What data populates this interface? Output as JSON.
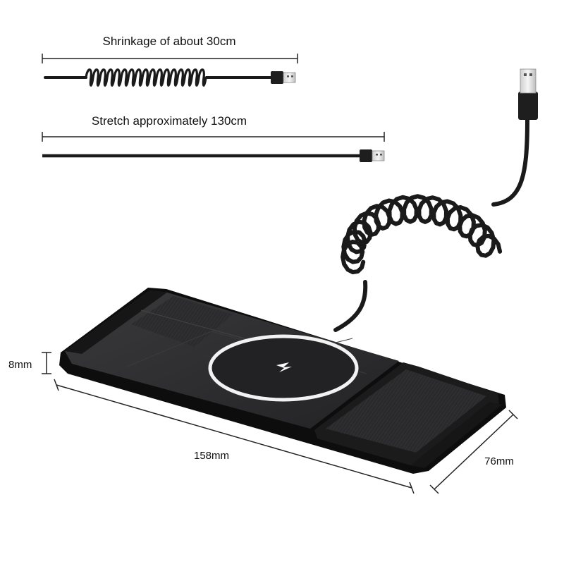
{
  "labels": {
    "shrink": "Shrinkage of about 30cm",
    "stretch": "Stretch approximately 130cm",
    "height": "8mm",
    "length": "158mm",
    "width": "76mm"
  },
  "colors": {
    "cable": "#1a1a1a",
    "pad_top": "#2b2b2d",
    "pad_edge": "#0d0d0d",
    "ring": "#f2f2f2",
    "dim_line": "#222222"
  },
  "icons": {
    "charge": "lightning-bolt-icon",
    "plug": "usb-a-plug-icon"
  }
}
